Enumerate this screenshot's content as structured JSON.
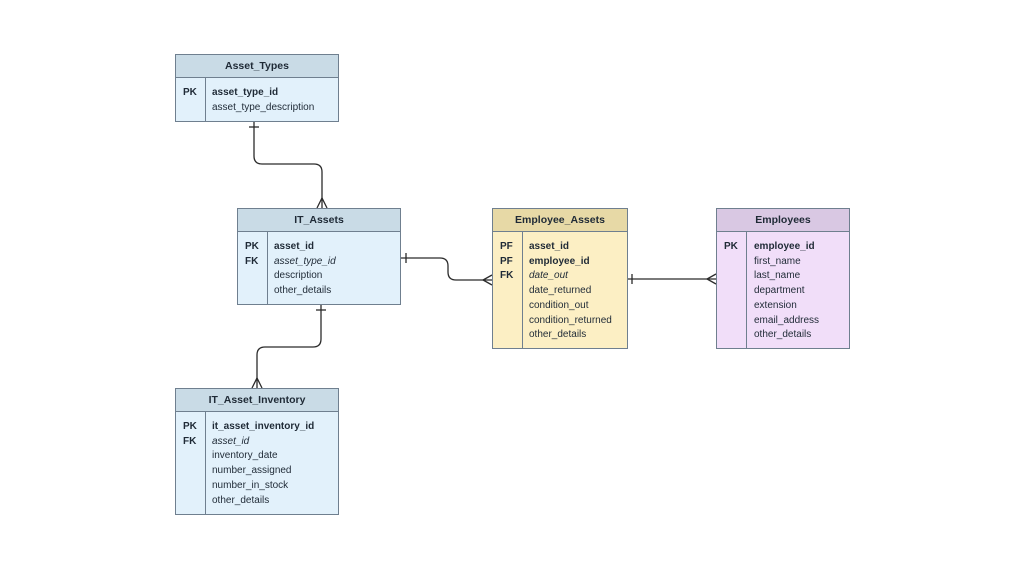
{
  "entities": [
    {
      "id": "asset_types",
      "name": "Asset_Types",
      "color": "blue",
      "rows": [
        {
          "key": "PK",
          "attr": "asset_type_id",
          "style": "bold"
        },
        {
          "key": "",
          "attr": "asset_type_description",
          "style": ""
        }
      ]
    },
    {
      "id": "it_assets",
      "name": "IT_Assets",
      "color": "blue",
      "rows": [
        {
          "key": "PK",
          "attr": "asset_id",
          "style": "bold"
        },
        {
          "key": "FK",
          "attr": "asset_type_id",
          "style": "italic"
        },
        {
          "key": "",
          "attr": "description",
          "style": ""
        },
        {
          "key": "",
          "attr": "other_details",
          "style": ""
        }
      ]
    },
    {
      "id": "employee_assets",
      "name": "Employee_Assets",
      "color": "yellow",
      "rows": [
        {
          "key": "PF",
          "attr": "asset_id",
          "style": "bold"
        },
        {
          "key": "PF",
          "attr": "employee_id",
          "style": "bold"
        },
        {
          "key": "FK",
          "attr": "date_out",
          "style": "italic"
        },
        {
          "key": "",
          "attr": "date_returned",
          "style": ""
        },
        {
          "key": "",
          "attr": "condition_out",
          "style": ""
        },
        {
          "key": "",
          "attr": "condition_returned",
          "style": ""
        },
        {
          "key": "",
          "attr": "other_details",
          "style": ""
        }
      ]
    },
    {
      "id": "employees",
      "name": "Employees",
      "color": "purple",
      "rows": [
        {
          "key": "PK",
          "attr": "employee_id",
          "style": "bold"
        },
        {
          "key": "",
          "attr": "first_name",
          "style": ""
        },
        {
          "key": "",
          "attr": "last_name",
          "style": ""
        },
        {
          "key": "",
          "attr": "department",
          "style": ""
        },
        {
          "key": "",
          "attr": "extension",
          "style": ""
        },
        {
          "key": "",
          "attr": "email_address",
          "style": ""
        },
        {
          "key": "",
          "attr": "other_details",
          "style": ""
        }
      ]
    },
    {
      "id": "it_asset_inventory",
      "name": "IT_Asset_Inventory",
      "color": "blue",
      "rows": [
        {
          "key": "PK",
          "attr": "it_asset_inventory_id",
          "style": "bold"
        },
        {
          "key": "FK",
          "attr": "asset_id",
          "style": "italic"
        },
        {
          "key": "",
          "attr": "inventory_date",
          "style": ""
        },
        {
          "key": "",
          "attr": "number_assigned",
          "style": ""
        },
        {
          "key": "",
          "attr": "number_in_stock",
          "style": ""
        },
        {
          "key": "",
          "attr": "other_details",
          "style": ""
        }
      ]
    }
  ],
  "relationships": [
    {
      "from": "asset_types",
      "to": "it_assets",
      "from_cardinality": "one",
      "to_cardinality": "many"
    },
    {
      "from": "it_assets",
      "to": "employee_assets",
      "from_cardinality": "one",
      "to_cardinality": "many"
    },
    {
      "from": "employees",
      "to": "employee_assets",
      "from_cardinality": "many",
      "to_cardinality": "one"
    },
    {
      "from": "it_assets",
      "to": "it_asset_inventory",
      "from_cardinality": "one",
      "to_cardinality": "many"
    }
  ]
}
